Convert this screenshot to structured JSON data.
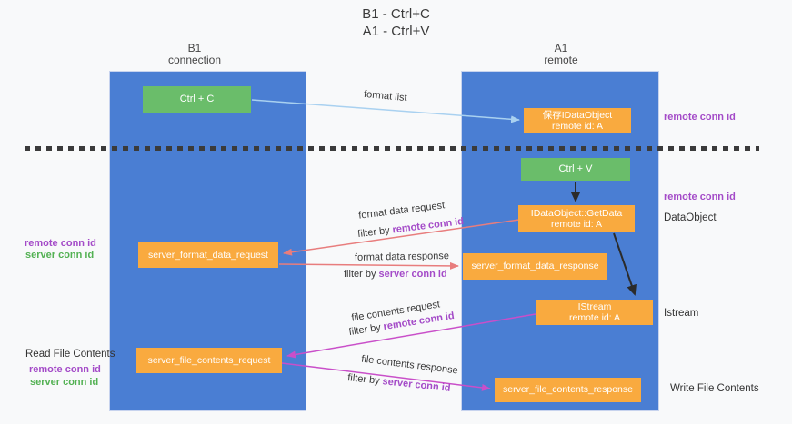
{
  "title": {
    "line1": "B1 - Ctrl+C",
    "line2": "A1 - Ctrl+V"
  },
  "lanes": {
    "b1": {
      "name": "B1",
      "subtitle": "connection"
    },
    "a1": {
      "name": "A1",
      "subtitle": "remote"
    }
  },
  "boxes": {
    "ctrl_c": {
      "label": "Ctrl + C"
    },
    "save_idataobject": {
      "line1": "保存IDataObject",
      "line2": "remote id: A"
    },
    "ctrl_v": {
      "label": "Ctrl + V"
    },
    "getdata": {
      "line1": "IDataObject::GetData",
      "line2": "remote id: A"
    },
    "istream": {
      "line1": "IStream",
      "line2": "remote id: A"
    },
    "format_request": {
      "label": "server_format_data_request"
    },
    "format_response": {
      "label": "server_format_data_response"
    },
    "file_request": {
      "label": "server_file_contents_request"
    },
    "file_response": {
      "label": "server_file_contents_response"
    }
  },
  "side_labels": {
    "remote_conn_id": "remote conn id",
    "server_conn_id": "server conn id",
    "dataobject": "DataObject",
    "istream": "Istream",
    "read_file_contents": "Read File Contents",
    "write_file_contents": "Write File Contents"
  },
  "arrow_labels": {
    "format_list": "format list",
    "format_data_request": "format data request",
    "format_data_response": "format data response",
    "file_contents_request": "file contents request",
    "file_contents_response": "file contents response",
    "filter_by": "filter by",
    "remote_conn_id": "remote conn id",
    "server_conn_id": "server conn id"
  },
  "colors": {
    "lane_blue": "#4a7ed3",
    "box_green": "#6abd6a",
    "box_orange": "#f9aa3f",
    "arrow_lightblue": "#a9d1f0",
    "arrow_salmon": "#e87d7d",
    "arrow_magenta": "#c94fc9",
    "arrow_black": "#2b2b2b",
    "label_purple": "#a44bc8",
    "label_green": "#53b153",
    "divider_black": "#3b3b3b"
  }
}
